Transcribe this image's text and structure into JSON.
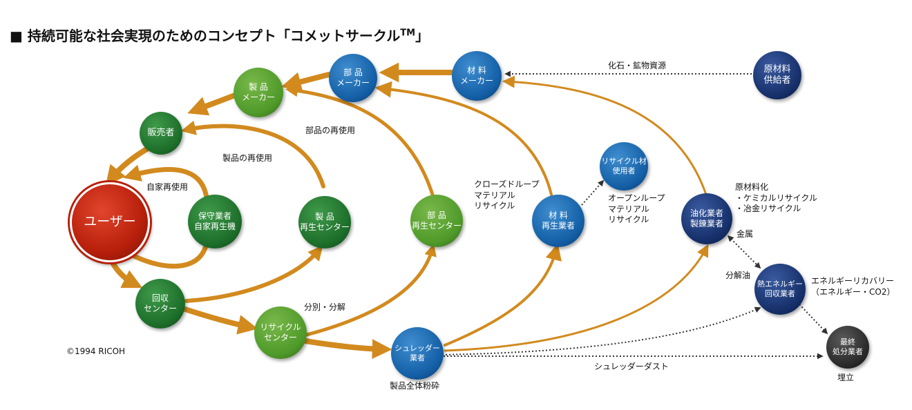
{
  "title": {
    "text": "持続可能な社会実現のためのコンセプト「コメットサークル",
    "mark": "TM",
    "close": "」"
  },
  "copyright": "©1994 RICOH",
  "colors": {
    "arrow": "#d28a1e",
    "dotted": "#333333",
    "user": "#b8200c",
    "dark_green": "#1d6e2a",
    "light_green": "#4f9a2a",
    "blue": "#145fa6",
    "navy": "#16306a",
    "black": "#2a2a2a"
  },
  "nodes": {
    "user": {
      "lines": [
        "ユーザー"
      ]
    },
    "retailer": {
      "lines": [
        "販売者"
      ]
    },
    "product_maker": {
      "lines": [
        "製 品",
        "メーカー"
      ]
    },
    "parts_maker": {
      "lines": [
        "部 品",
        "メーカー"
      ]
    },
    "material_maker": {
      "lines": [
        "材 料",
        "メーカー"
      ]
    },
    "raw_supplier": {
      "lines": [
        "原材料",
        "供給者"
      ]
    },
    "maintenance": {
      "lines": [
        "保守業者",
        "自家再生機"
      ]
    },
    "product_recycle": {
      "lines": [
        "製 品",
        "再生センター"
      ]
    },
    "parts_recycle": {
      "lines": [
        "部 品",
        "再生センター"
      ]
    },
    "material_recycler": {
      "lines": [
        "材 料",
        "再生業者"
      ]
    },
    "recycled_user": {
      "lines": [
        "リサイクル材",
        "使用者"
      ]
    },
    "oil_refiner": {
      "lines": [
        "油化業者",
        "製錬業者"
      ]
    },
    "collection": {
      "lines": [
        "回収",
        "センター"
      ]
    },
    "recycle_center": {
      "lines": [
        "リサイクル",
        "センター"
      ]
    },
    "shredder": {
      "lines": [
        "シュレッダー",
        "業者"
      ]
    },
    "heat_recovery": {
      "lines": [
        "熱エネルギー",
        "回収業者"
      ]
    },
    "final_disposal": {
      "lines": [
        "最終",
        "処分業者"
      ]
    }
  },
  "labels": {
    "fossil": [
      "化石・鉱物資源"
    ],
    "parts_reuse": [
      "部品の再使用"
    ],
    "product_reuse": [
      "製品の再使用"
    ],
    "self_reuse": [
      "自家再使用"
    ],
    "closed_loop": [
      "クローズドループ",
      "マテリアル",
      "リサイクル"
    ],
    "open_loop": [
      "オープンループ",
      "マテリアル",
      "リサイクル"
    ],
    "feedstock": [
      "原材料化",
      "・ケミカルリサイクル",
      "・冶金リサイクル"
    ],
    "metal": [
      "金属"
    ],
    "cracked_oil": [
      "分解油"
    ],
    "energy_recovery": [
      "エネルギーリカバリー",
      "（エネルギー・CO2）"
    ],
    "sorting": [
      "分別・分解"
    ],
    "shredder_dust": [
      "シュレッダーダスト"
    ],
    "whole_shred": [
      "製品全体粉砕"
    ],
    "landfill": [
      "埋立"
    ]
  }
}
